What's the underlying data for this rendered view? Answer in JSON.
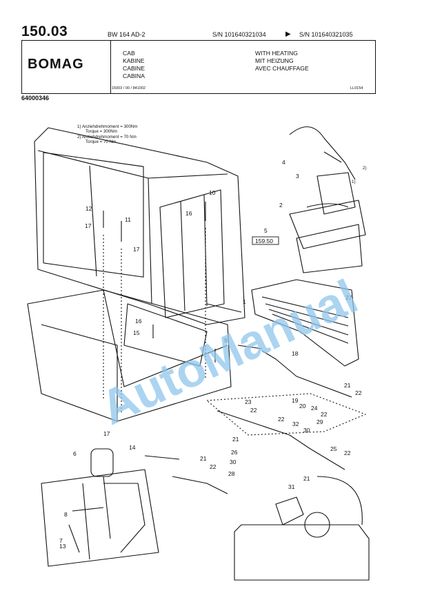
{
  "header": {
    "page_number": "150.03",
    "model": "BW 164 AD-2",
    "serial_from": "S/N 101640321034",
    "serial_to": "S/N 101640321035",
    "brand": "BOMAG",
    "group_names": [
      "CAB",
      "KABINE",
      "CABINE",
      "CABINA"
    ],
    "descriptions": [
      "WITH HEATING",
      "MIT HEIZUNG",
      "AVEC CHAUFFAGE"
    ],
    "reference": "15003 / 00 / 841002",
    "drawing_code": "LL0154",
    "document_number": "64000346"
  },
  "notes": [
    "1) Anziehdrehmoment = 300Nm",
    "Torque = 300Nm",
    "2) Anziehdrehmoment = 70 Nm",
    "Torque = 70 Nm"
  ],
  "page_ref": "159.50",
  "callouts": [
    "1",
    "2",
    "3",
    "4",
    "5",
    "6",
    "7",
    "8",
    "9",
    "10",
    "11",
    "12",
    "13",
    "14",
    "15",
    "16",
    "16",
    "17",
    "17",
    "17",
    "18",
    "19",
    "20",
    "21",
    "21",
    "21",
    "21",
    "22",
    "22",
    "22",
    "22",
    "22",
    "22",
    "23",
    "24",
    "25",
    "26",
    "27",
    "28",
    "29",
    "30",
    "30",
    "31",
    "32",
    "1)",
    "2)"
  ],
  "watermark": "AutoManual"
}
